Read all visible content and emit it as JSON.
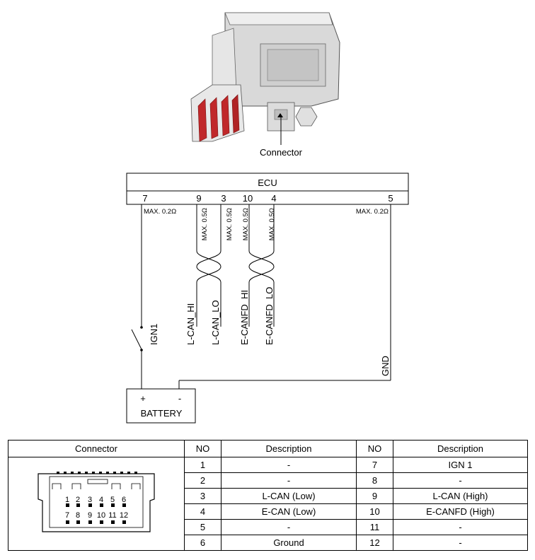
{
  "photo": {
    "label": "Connector"
  },
  "ecu": {
    "title": "ECU",
    "pins": [
      {
        "pin": "7",
        "max": "MAX. 0.2Ω"
      },
      {
        "pin": "9",
        "max": "MAX. 0.5Ω"
      },
      {
        "pin": "3",
        "max": "MAX. 0.5Ω"
      },
      {
        "pin": "10",
        "max": "MAX. 0.5Ω"
      },
      {
        "pin": "4",
        "max": "MAX. 0.5Ω"
      },
      {
        "pin": "5",
        "max": "MAX. 0.2Ω"
      }
    ]
  },
  "wires": {
    "lcan_hi": "L-CAN_HI",
    "lcan_lo": "L-CAN_LO",
    "ecanfd_hi": "E-CANFD_HI",
    "ecanfd_lo": "E-CANFD_LO",
    "ign": "IGN1",
    "gnd": "GND"
  },
  "battery": {
    "label": "BATTERY",
    "plus": "+",
    "minus": "-"
  },
  "table": {
    "headers": [
      "Connector",
      "NO",
      "Description",
      "NO",
      "Description"
    ],
    "rows": [
      {
        "no1": "1",
        "d1": "-",
        "no2": "7",
        "d2": "IGN 1"
      },
      {
        "no1": "2",
        "d1": "-",
        "no2": "8",
        "d2": "-"
      },
      {
        "no1": "3",
        "d1": "L-CAN (Low)",
        "no2": "9",
        "d2": "L-CAN (High)"
      },
      {
        "no1": "4",
        "d1": "E-CAN (Low)",
        "no2": "10",
        "d2": "E-CANFD (High)"
      },
      {
        "no1": "5",
        "d1": "-",
        "no2": "11",
        "d2": "-"
      },
      {
        "no1": "6",
        "d1": "Ground",
        "no2": "12",
        "d2": "-"
      }
    ],
    "connector_pins_top": [
      "1",
      "2",
      "3",
      "4",
      "5",
      "6"
    ],
    "connector_pins_bottom": [
      "7",
      "8",
      "9",
      "10",
      "11",
      "12"
    ]
  }
}
